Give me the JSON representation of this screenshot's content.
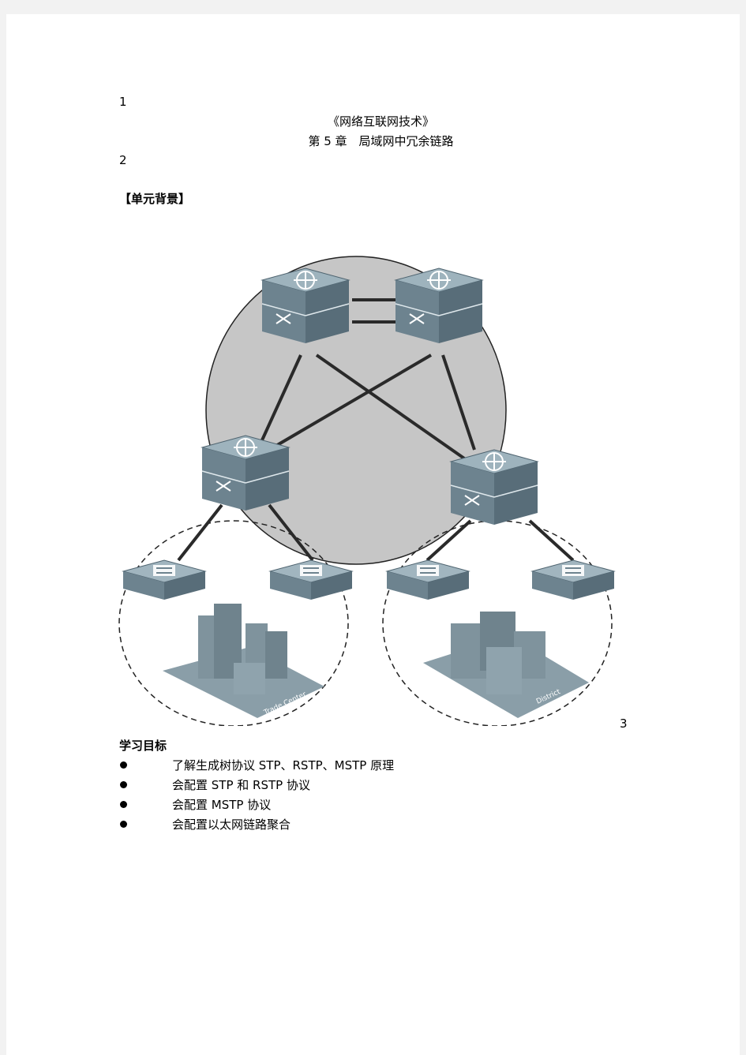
{
  "doc": {
    "marker_1": "1",
    "book_title": "《网络互联网技术》",
    "chapter_title": "第 5 章　局域网中冗余链路",
    "marker_2": "2",
    "section_heading": "【单元背景】",
    "marker_3": "3",
    "objectives_heading": "学习目标",
    "objectives": [
      "了解生成树协议 STP、RSTP、MSTP 原理",
      "会配置 STP 和 RSTP 协议",
      "会配置 MSTP 协议",
      "会配置以太网链路聚合"
    ]
  },
  "figure": {
    "left_building_label": "Trade Center",
    "right_building_label": "District",
    "colors": {
      "core_circle": "#c6c6c6",
      "device_top": "#8fa3ad",
      "device_side": "#5f7480",
      "building": "#7f939d"
    }
  }
}
